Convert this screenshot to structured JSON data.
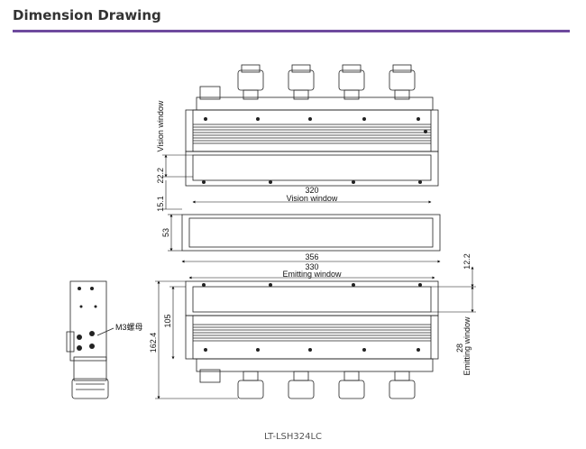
{
  "header": {
    "title": "Dimension Drawing",
    "accent_color": "#6e4a9e"
  },
  "caption": "LT-LSH324LC",
  "dimensions": {
    "vision_window_height": "22.2",
    "vision_window_label": "Vision window",
    "vision_window_width": "320",
    "vision_window_width_label": "Vision window",
    "offset_15_1": "15.1",
    "depth_53": "53",
    "overall_width": "356",
    "emitting_window_width": "330",
    "emitting_window_label": "Emitting window",
    "offset_12_2": "12.2",
    "emitting_window_height": "28",
    "emitting_window_height_label": "Emitting window",
    "height_105": "105",
    "height_162_4": "162.4",
    "screw_label": "M3螺母"
  }
}
